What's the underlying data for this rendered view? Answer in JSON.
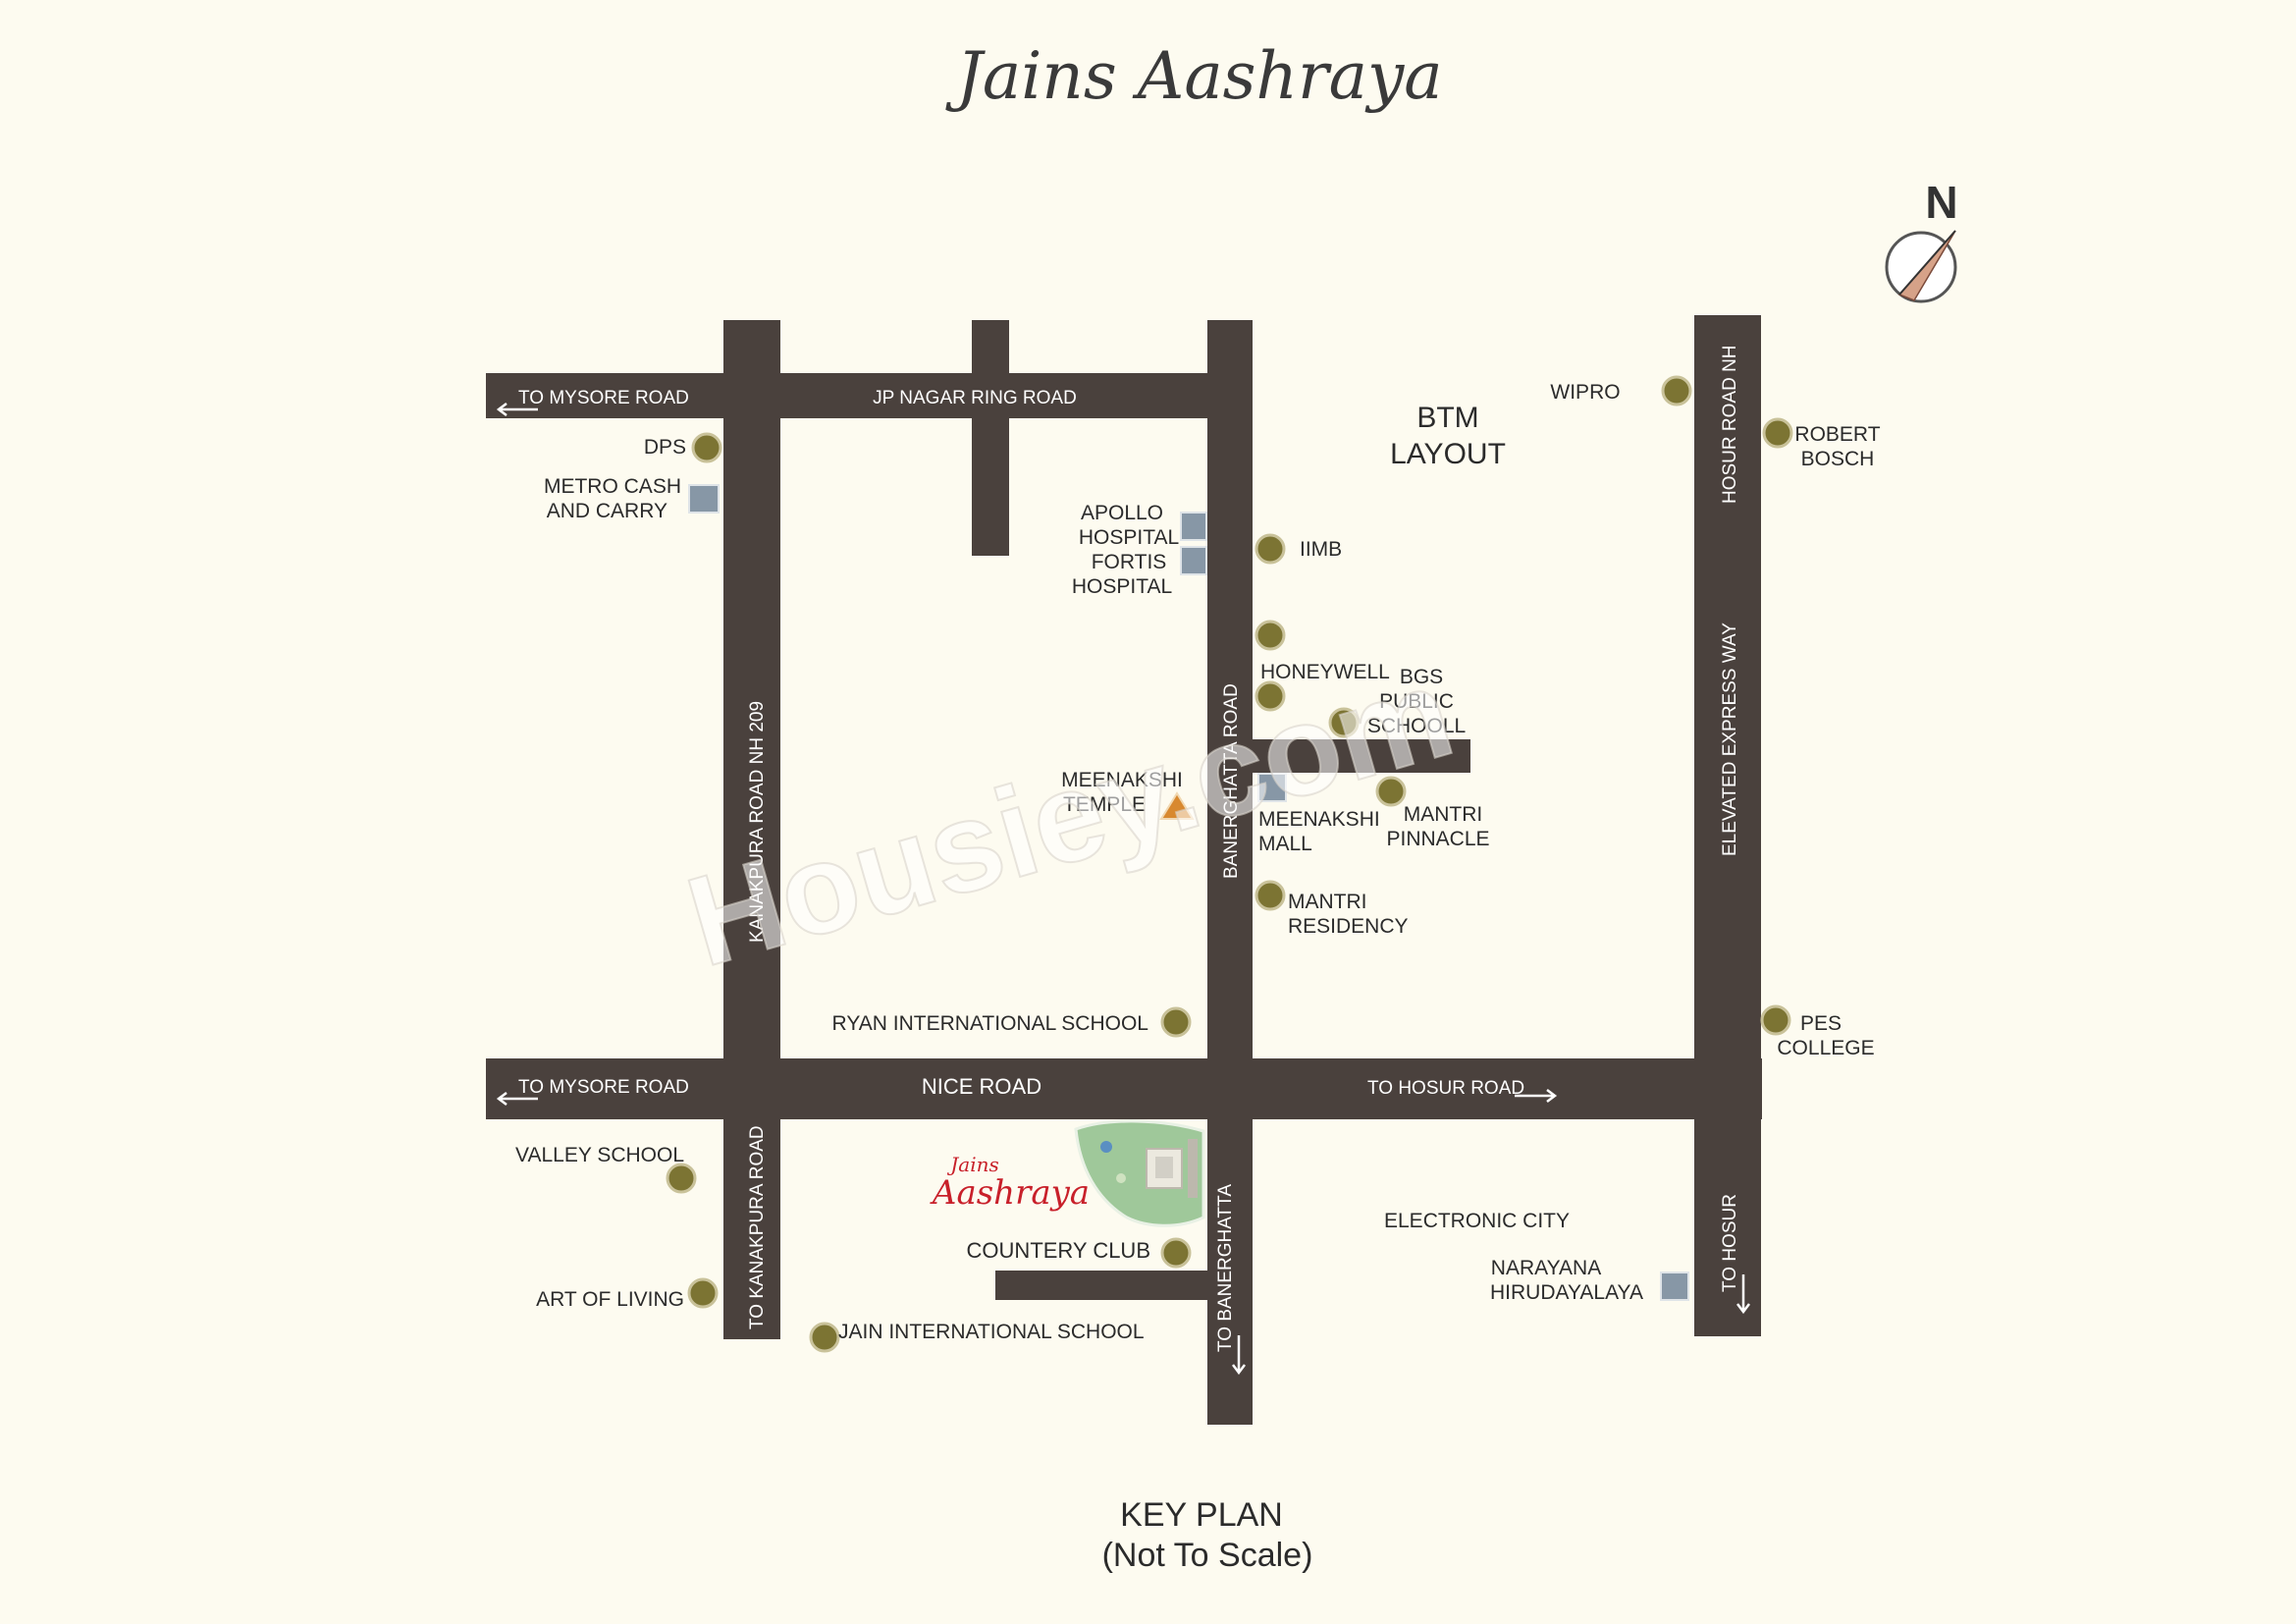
{
  "title": "Jains Aashraya",
  "north": "N",
  "key_plan": {
    "line1": "KEY PLAN",
    "line2": "(Not To Scale)"
  },
  "watermark": "Housiey.com",
  "logo": {
    "line1": "Jains",
    "line2": "Aashraya"
  },
  "colors": {
    "road": "#4a413d",
    "landmark_dot": "#7c7433",
    "landmark_square": "#8797a6",
    "temple_marker": "#d8892f",
    "background": "#fdfbf0"
  },
  "roads": {
    "to_mysore_top": "TO MYSORE ROAD",
    "jp_nagar": "JP NAGAR RING ROAD",
    "to_mysore_bottom": "TO MYSORE ROAD",
    "nice_road": "NICE ROAD",
    "to_hosur_road": "TO HOSUR ROAD",
    "kanakpura_nh": "KANAKPURA ROAD NH 209",
    "to_kanakpura": "TO KANAKPURA ROAD",
    "bannerghatta": "BANERGHATTA ROAD",
    "to_banerghatta": "TO BANERGHATTA",
    "hosur_nh": "HOSUR ROAD NH",
    "elevated": "ELEVATED EXPRESS WAY",
    "to_hosur": "TO HOSUR"
  },
  "areas": {
    "btm_1": "BTM",
    "btm_2": "LAYOUT",
    "electronic_city": "ELECTRONIC CITY"
  },
  "landmarks": {
    "dps": "DPS",
    "metro_1": "METRO CASH",
    "metro_2": "AND CARRY",
    "apollo_1": "APOLLO",
    "apollo_2": "HOSPITAL",
    "fortis_1": "FORTIS",
    "fortis_2": "HOSPITAL",
    "iimb": "IIMB",
    "honeywell": "HONEYWELL",
    "bgs_1": "BGS",
    "bgs_2": "PUBLIC",
    "bgs_3": "SCHOOLL",
    "meenakshi_temple_1": "MEENAKSHI",
    "meenakshi_temple_2": "TEMPLE",
    "meenakshi_mall_1": "MEENAKSHI",
    "meenakshi_mall_2": "MALL",
    "mantri_pinnacle_1": "MANTRI",
    "mantri_pinnacle_2": "PINNACLE",
    "mantri_residency_1": "MANTRI",
    "mantri_residency_2": "RESIDENCY",
    "wipro": "WIPRO",
    "robert_1": "ROBERT",
    "robert_2": "BOSCH",
    "ryan": "RYAN INTERNATIONAL SCHOOL",
    "pes_1": "PES",
    "pes_2": "COLLEGE",
    "valley": "VALLEY SCHOOL",
    "art": "ART OF LIVING",
    "jain_school": "JAIN INTERNATIONAL SCHOOL",
    "country_club": "COUNTERY CLUB",
    "narayana_1": "NARAYANA",
    "narayana_2": "HIRUDAYALAYA"
  }
}
